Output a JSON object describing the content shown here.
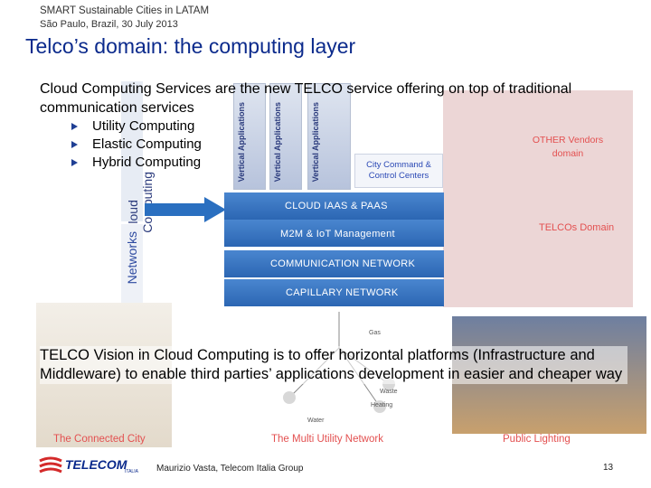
{
  "header": {
    "event": "SMART Sustainable Cities in LATAM",
    "location_date": "São Paulo, Brazil, 30 July 2013"
  },
  "title": "Telco’s domain: the computing layer",
  "subtitle": "Cloud Computing Services are the new TELCO service offering on top of traditional communication services",
  "bullets": [
    "Utility Computing",
    "Elastic Computing",
    "Hybrid Computing"
  ],
  "diagram": {
    "side_labels": {
      "cloud": "Cloud Computing",
      "networks": "Networks"
    },
    "vertical_apps": [
      "Vertical Applications",
      "Vertical Applications",
      "Vertical Applications"
    ],
    "city_command": "City Command & Control Centers",
    "other_vendors": "OTHER Vendors domain",
    "telcos_domain": "TELCOs Domain",
    "layers": {
      "cloud": "CLOUD IAAS & PAAS",
      "m2m": "M2M & IoT Management",
      "communication": "COMMUNICATION NETWORK",
      "capillary": "CAPILLARY NETWORK"
    },
    "utility_nodes": [
      "Gas",
      "Waste",
      "Heating",
      "Water"
    ]
  },
  "vision": "TELCO Vision in Cloud Computing is to offer horizontal platforms (Infrastructure and Middleware) to enable third parties’ applications development in easier and cheaper way",
  "captions": {
    "city": "The Connected City",
    "utility": "The Multi Utility Network",
    "lighting": "Public Lighting"
  },
  "footer": {
    "logo_text": "TELECOM",
    "logo_sub": "ITALIA",
    "author": "Maurizio Vasta, Telecom Italia Group",
    "page": "13"
  },
  "colors": {
    "title": "#0b2a8c",
    "accent_red": "#e35050",
    "layer_blue": "#2c66b3",
    "arrow_blue": "#2a6fc0"
  },
  "icons": {
    "bullet": "triangle-bullet-icon",
    "arrow": "right-arrow-icon",
    "logo": "telecom-logo"
  }
}
